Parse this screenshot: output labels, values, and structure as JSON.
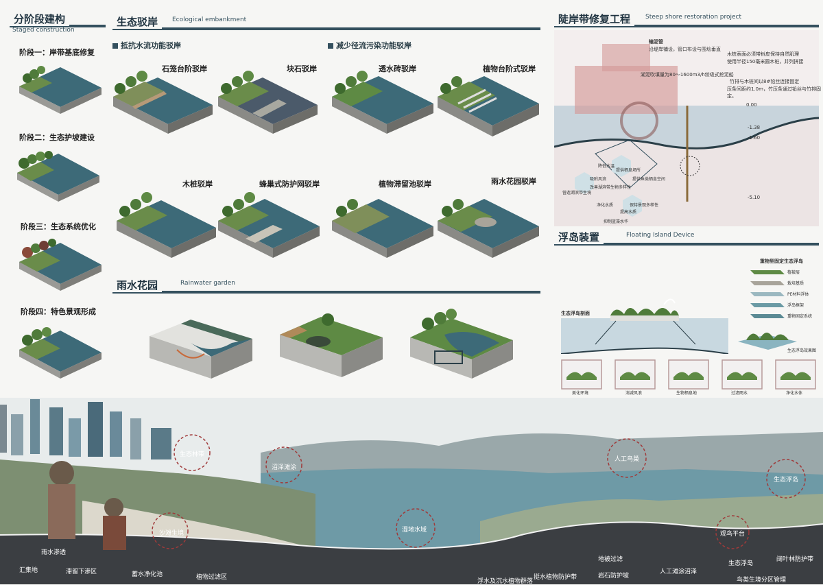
{
  "staged": {
    "title": "分阶段建构",
    "subtitle": "Staged construction",
    "stages": [
      "阶段一：岸带基底修复",
      "阶段二：生态护坡建设",
      "阶段三：生态系统优化",
      "阶段四：特色景观形成"
    ]
  },
  "eco": {
    "title": "生态驳岸",
    "subtitle": "Ecological embankment",
    "group1": "抵抗水流功能驳岸",
    "group2": "减少径流污染功能驳岸",
    "types": [
      "石笼台阶驳岸",
      "块石驳岸",
      "透水砖驳岸",
      "植物台阶式驳岸",
      "木桩驳岸",
      "蜂巢式防护网驳岸",
      "植物滞留池驳岸",
      "雨水花园驳岸"
    ]
  },
  "rain": {
    "title": "雨水花园",
    "subtitle": "Rainwater garden"
  },
  "steep": {
    "title": "陡岸带修复工程",
    "subtitle": "Steep shore restoration project",
    "notes": [
      "输泥管",
      "沿堤岸铺设，管口布设与围埝垂直",
      "木桩表面必须带树皮保持自然肌理",
      "使用半径150毫米圆木桩，并列拼接",
      "湖泥吹填量为80～1600m3/h绞吸式挖泥船",
      "竹排与木桩间以8#铅丝连接固定",
      "压条间距约1.0m，竹压条通过铅丝与竹排固定。"
    ],
    "depths": [
      "0.00",
      "-1.38",
      "-1.60",
      "-5.10"
    ],
    "flow": [
      "降低水温",
      "吸附风浪",
      "提供栖息场所",
      "提供鱼类栖息空间",
      "营造湖滨带生境",
      "改善湖滨带生物多样性",
      "净化水质",
      "保持景观多样性",
      "抑制蓝藻水华",
      "提高水质"
    ]
  },
  "island": {
    "title": "浮岛装置",
    "subtitle": "Floating Island Device",
    "section_label": "生态浮岛剖面",
    "layers_title": "重物型固定生态浮岛",
    "layers": [
      "植被层",
      "栽培基质",
      "PE材料浮体",
      "浮岛框架",
      "重物固定系统"
    ],
    "effect_label": "生态浮岛效果图",
    "functions": [
      "美化环境",
      "消减风浪",
      "生物栖息地",
      "过滤雨水",
      "净化水体"
    ]
  },
  "panorama": {
    "circles": [
      "生态林带",
      "沼泽滩涂",
      "人工鸟巢",
      "生态浮岛",
      "沙滩生境",
      "湿地水域",
      "观鸟平台"
    ],
    "labels": [
      "雨水渗透",
      "汇集地",
      "滞留下渗区",
      "蓄水净化池",
      "植物过滤区",
      "浮水及沉水植物群落",
      "挺水植物防护带",
      "地被过滤",
      "岩石防护坡",
      "人工滩涂沼泽",
      "生态浮岛",
      "阔叶林防护带",
      "鸟类生境分区管理"
    ]
  },
  "colors": {
    "accent": "#34505e",
    "water": "#3d6a78",
    "grass": "#4f7b3a",
    "soil": "#8a8a86"
  }
}
